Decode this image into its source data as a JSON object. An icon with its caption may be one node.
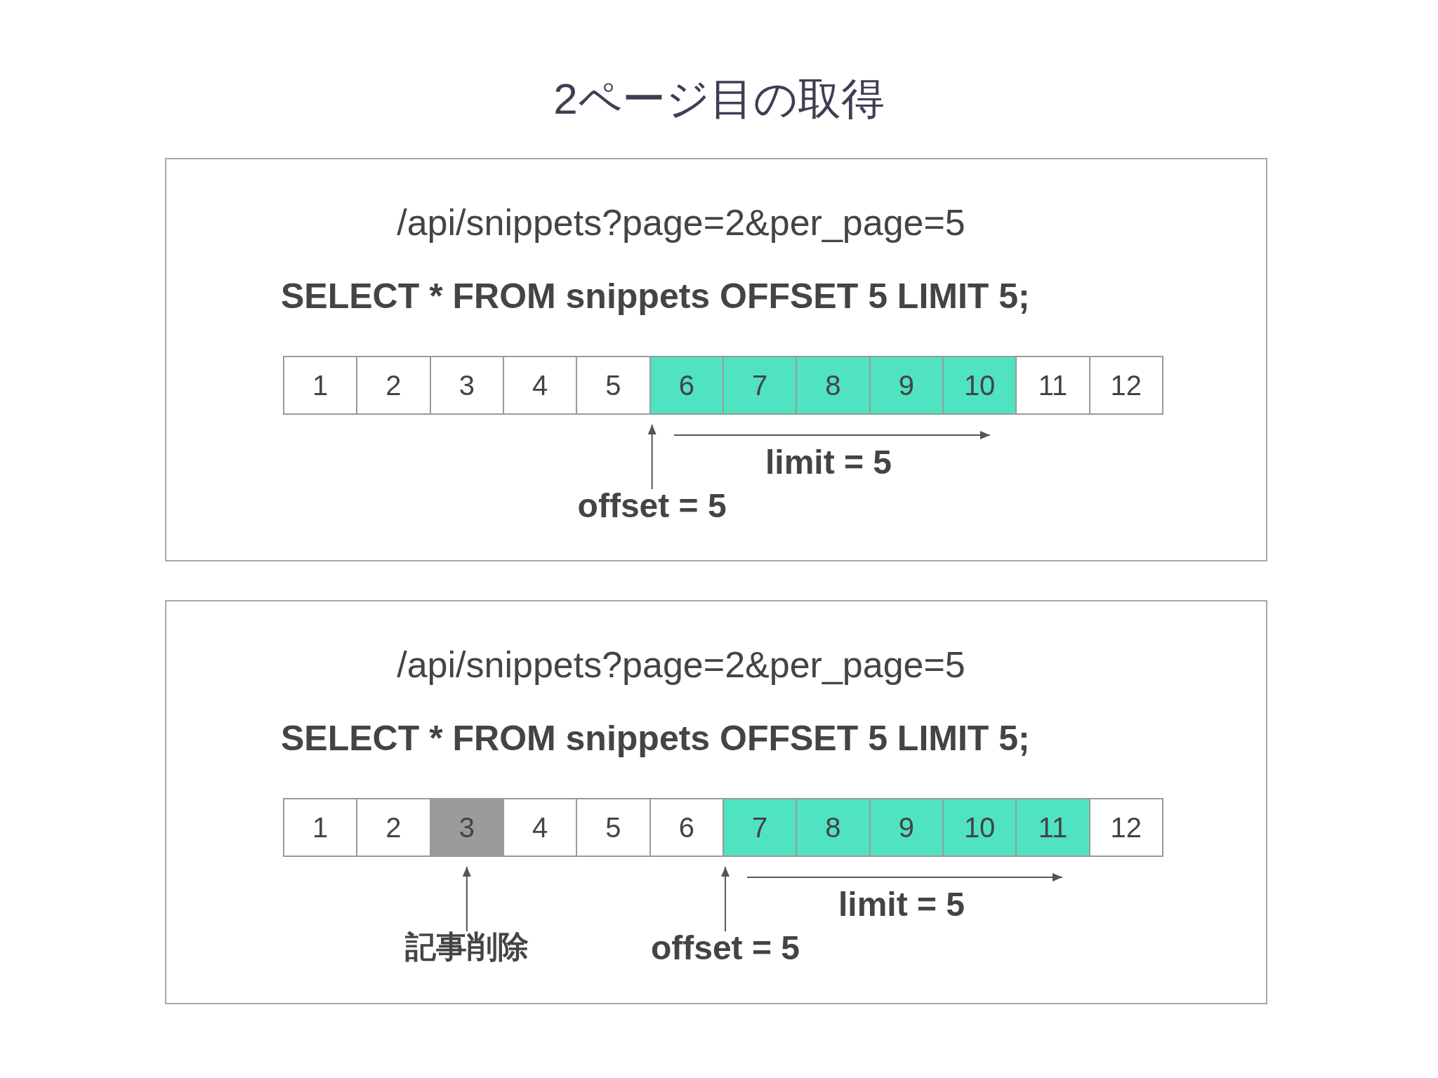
{
  "diagram": {
    "title": "2ページ目の取得",
    "nodes": [
      {
        "text": [
          "/api/snippets?page=2&per_page=5",
          "SELECT * FROM snippets OFFSET 5 LIMIT 5;"
        ]
      },
      {
        "text": [
          "1"
        ],
        "in": 0
      },
      {
        "text": [
          "2"
        ],
        "in": 0
      },
      {
        "text": [
          "3"
        ],
        "in": 0
      },
      {
        "text": [
          "4"
        ],
        "in": 0
      },
      {
        "text": [
          "5"
        ],
        "in": 0
      },
      {
        "text": [
          "6"
        ],
        "in": 0
      },
      {
        "text": [
          "7"
        ],
        "in": 0
      },
      {
        "text": [
          "8"
        ],
        "in": 0
      },
      {
        "text": [
          "9"
        ],
        "in": 0
      },
      {
        "text": [
          "10"
        ],
        "in": 0
      },
      {
        "text": [
          "11"
        ],
        "in": 0
      },
      {
        "text": [
          "12"
        ],
        "in": 0
      },
      {
        "text": [
          "offset = 5"
        ],
        "in": 0
      },
      {
        "text": [
          "/api/snippets?page=2&per_page=5",
          "SELECT * FROM snippets OFFSET 5 LIMIT 5;"
        ]
      },
      {
        "text": [
          "1"
        ],
        "in": 14
      },
      {
        "text": [
          "2"
        ],
        "in": 14
      },
      {
        "text": [
          "3"
        ],
        "in": 14
      },
      {
        "text": [
          "4"
        ],
        "in": 14
      },
      {
        "text": [
          "5"
        ],
        "in": 14
      },
      {
        "text": [
          "6"
        ],
        "in": 14
      },
      {
        "text": [
          "7"
        ],
        "in": 14
      },
      {
        "text": [
          "8"
        ],
        "in": 14
      },
      {
        "text": [
          "9"
        ],
        "in": 14
      },
      {
        "text": [
          "10"
        ],
        "in": 14
      },
      {
        "text": [
          "11"
        ],
        "in": 14
      },
      {
        "text": [
          "12"
        ],
        "in": 14
      },
      {
        "text": [
          "記事削除"
        ],
        "in": 14
      },
      {
        "text": [
          "offset = 5"
        ],
        "in": 14
      }
    ],
    "edges": [
      {
        "from": 13,
        "to": 6,
        "arrow": "to"
      },
      {
        "from": 27,
        "to": 17,
        "arrow": "to"
      },
      {
        "from": 28,
        "to": 21,
        "arrow": "to"
      }
    ],
    "labels": [
      "limit = 5",
      "limit = 5"
    ]
  }
}
